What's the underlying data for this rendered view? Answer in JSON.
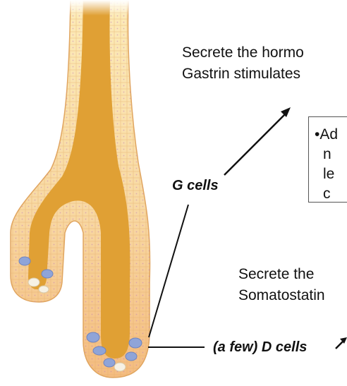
{
  "top_text": {
    "line1": "Secrete the hormo",
    "line2": "Gastrin stimulates"
  },
  "box": {
    "lines": [
      "•Ad",
      "n",
      "le",
      "c"
    ]
  },
  "mid_text": {
    "line1": "Secrete the",
    "line2": "Somatostatin"
  },
  "labels": {
    "g_cells": "G cells",
    "d_cells": "(a few) D cells"
  },
  "colors": {
    "lumen": "#E0A034",
    "cell_light": "#FCEBB8",
    "cell_orange": "#F6C487",
    "d_cell_blue": "#8FA4D8"
  }
}
